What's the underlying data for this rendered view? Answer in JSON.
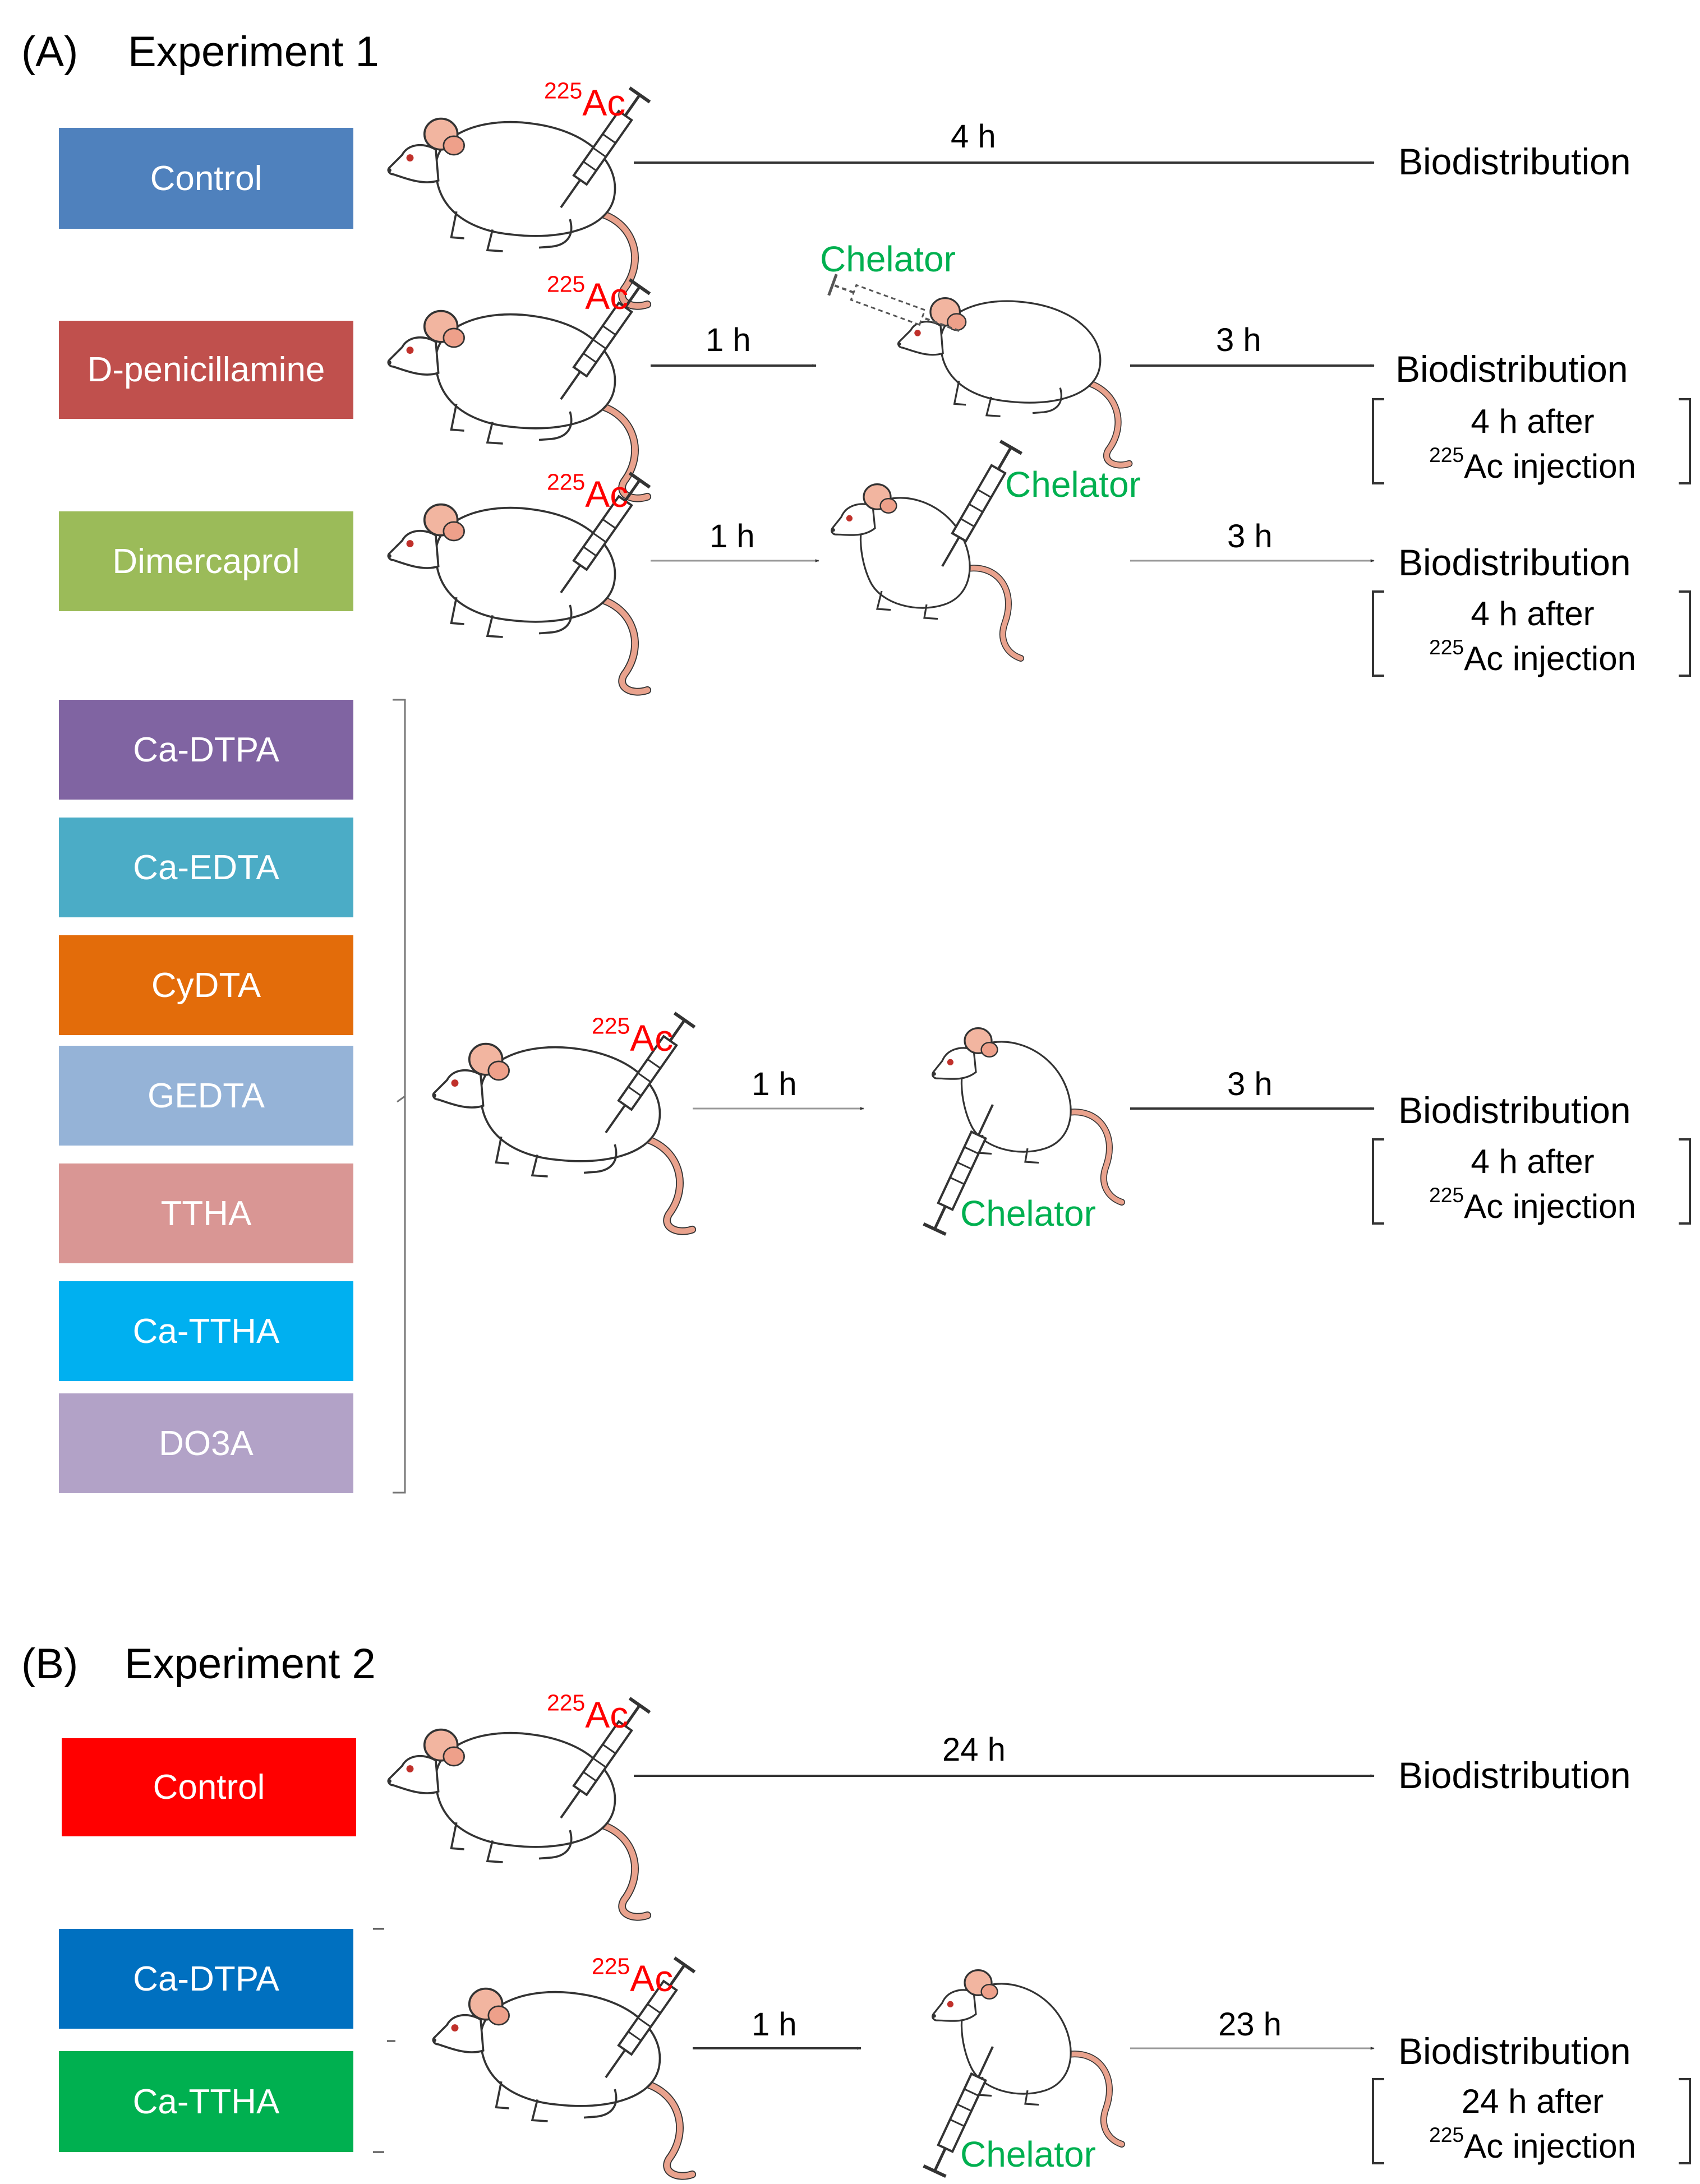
{
  "sectionA": {
    "label": "(A)",
    "title": "Experiment 1",
    "isotope_sup": "225",
    "isotope_main": "Ac",
    "chelator": "Chelator",
    "groups": [
      {
        "label": "Control",
        "color": "#4f81bd"
      },
      {
        "label": "D-penicillamine",
        "color": "#c0504d"
      },
      {
        "label": "Dimercaprol",
        "color": "#9bbb59"
      },
      {
        "label": "Ca-DTPA",
        "color": "#8064a2"
      },
      {
        "label": "Ca-EDTA",
        "color": "#4bacc6"
      },
      {
        "label": "CyDTA",
        "color": "#e36c0a"
      },
      {
        "label": "GEDTA",
        "color": "#95b3d7"
      },
      {
        "label": "TTHA",
        "color": "#d99694"
      },
      {
        "label": "Ca-TTHA",
        "color": "#00b0f0"
      },
      {
        "label": "DO3A",
        "color": "#b2a2c7"
      }
    ],
    "row1": {
      "time": "4 h",
      "result": "Biodistribution"
    },
    "row2": {
      "time1": "1 h",
      "time2": "3 h",
      "result": "Biodistribution",
      "note1": "4 h after",
      "note2": "injection"
    },
    "row3": {
      "time1": "1 h",
      "time2": "3 h",
      "result": "Biodistribution",
      "note1": "4 h after",
      "note2": "injection"
    },
    "row4": {
      "time1": "1 h",
      "time2": "3 h",
      "result": "Biodistribution",
      "note1": "4 h after",
      "note2": "injection"
    }
  },
  "sectionB": {
    "label": "(B)",
    "title": "Experiment 2",
    "isotope_sup": "225",
    "isotope_main": "Ac",
    "chelator": "Chelator",
    "groups": [
      {
        "label": "Control",
        "color": "#ff0000"
      },
      {
        "label": "Ca-DTPA",
        "color": "#0070c0"
      },
      {
        "label": "Ca-TTHA",
        "color": "#00b050"
      }
    ],
    "row1": {
      "time": "24 h",
      "result": "Biodistribution"
    },
    "row2": {
      "time1": "1 h",
      "time2": "23 h",
      "result": "Biodistribution",
      "note1": "24 h after",
      "note2": "injection"
    }
  }
}
